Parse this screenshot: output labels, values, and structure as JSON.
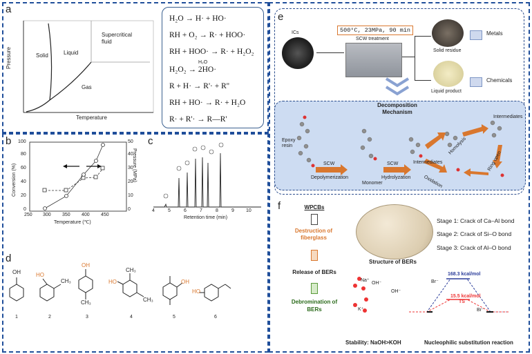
{
  "panels": {
    "a": "a",
    "b": "b",
    "c": "c",
    "d": "d",
    "e": "e",
    "f": "f"
  },
  "phase": {
    "y_label": "Pressure",
    "x_label": "Temperature",
    "solid": "Solid",
    "liquid": "Liquid",
    "gas": "Gas",
    "supercritical": "Supercritical fluid"
  },
  "reactions": [
    "H₂O → H· + HO·",
    "RH + O₂ → R· + HOO·",
    "RH + HOO· → R· + H₂O₂",
    "H₂O₂ → 2HO·",
    "R + H· → R'· + R''",
    "RH + HO· → R· + H₂O",
    "R· + R'· → R—R'"
  ],
  "reaction_over": "H₂O",
  "chart_b": {
    "xlabel": "Temperature (℃)",
    "ylabel_left": "Conversion (%)",
    "ylabel_right": "Pressure (MPa)",
    "xticks": [
      "250",
      "300",
      "350",
      "400",
      "450"
    ],
    "yticks_left": [
      "0",
      "20",
      "40",
      "60",
      "80",
      "100"
    ],
    "yticks_right": [
      "0",
      "10",
      "20",
      "30",
      "40",
      "50"
    ]
  },
  "chart_c": {
    "xlabel": "Retention time (min)",
    "xticks": [
      "4",
      "5",
      "6",
      "7",
      "8",
      "9",
      "10"
    ]
  },
  "compounds": {
    "labels": [
      "1",
      "2",
      "3",
      "4",
      "5",
      "6"
    ],
    "oh": "OH",
    "ho": "HO",
    "ch3": "CH₃"
  },
  "panel_e": {
    "ics": "ICs",
    "conditions": "500°C, 23MPa, 90 min",
    "treatment": "SCW treatment",
    "solid_residue": "Solid residue",
    "liquid_product": "Liquid product",
    "metals": "Metals",
    "chemicals": "Chemicals",
    "mech_title": "Decomposition Mechanism",
    "epoxy": "Epoxy resin",
    "scw1": "SCW",
    "depoly": "Depolymerization",
    "monomer": "Monomer",
    "scw2": "SCW",
    "hydro": "Hydrolyzation",
    "inter1": "Intermediates",
    "homolysis": "Homolysis",
    "inter2": "Intermediates",
    "oxidation": "Oxidation",
    "ring_open": "Ring open"
  },
  "panel_f": {
    "wpcbs": "WPCBs",
    "destruction": "Destruction of fiberglass",
    "release": "Release of BERs",
    "debrom": "Debromination of BERs",
    "stage1": "Stage 1: Crack of Ca–Al bond",
    "stage2": "Stage 2: Crack of Si–O bond",
    "stage3": "Stage 3: Crack of Al–O bond",
    "structure": "Structure of BERs",
    "energy1": "168.3 kcal/mol",
    "energy2": "15.5 kcal/mol",
    "ts": "TS",
    "stability": "Stability: NaOH>KOH",
    "nucleo": "Nucleophilic substitution reaction",
    "na": "Na⁺",
    "k": "K⁺",
    "oh": "OH⁻",
    "br": "Br⁻"
  },
  "colors": {
    "frame": "#1f4e9a",
    "accent": "#d9772e",
    "mech_bg": "#cddcf2"
  }
}
